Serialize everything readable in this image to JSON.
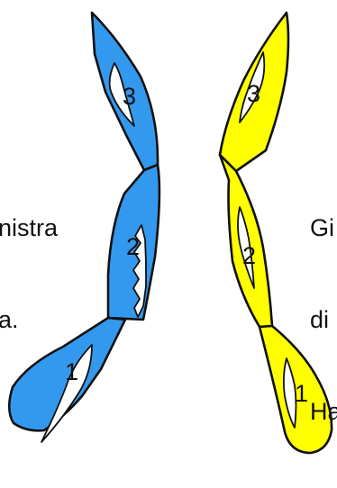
{
  "colors": {
    "left": "#3399ee",
    "right": "#ffff00",
    "outline": "#111111"
  },
  "left_text": [
    "nistra",
    "a."
  ],
  "right_text": [
    "Gi",
    "di",
    "Ha"
  ],
  "left_labels": [
    "1",
    "2",
    "3"
  ],
  "right_labels": [
    "1",
    "2",
    "3"
  ]
}
